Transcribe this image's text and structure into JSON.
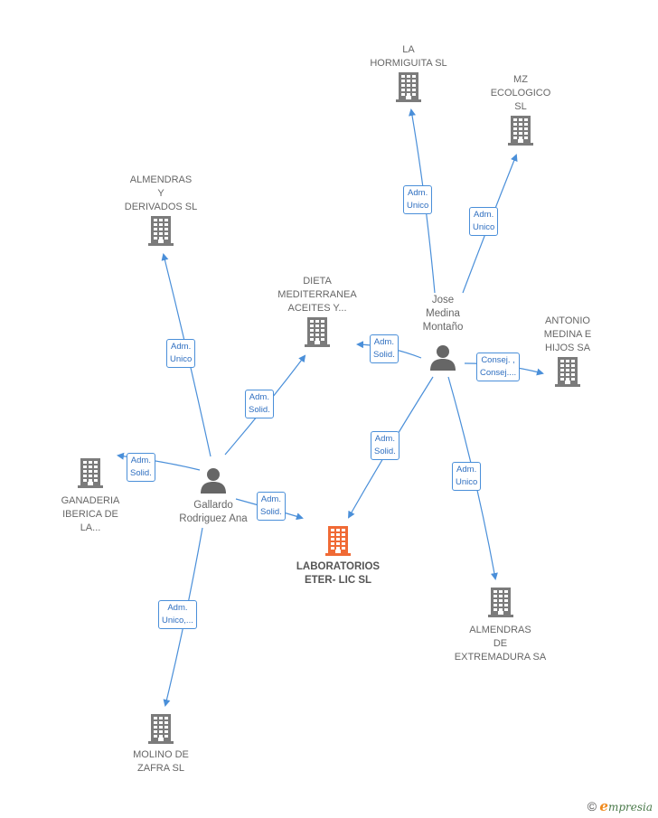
{
  "diagram": {
    "companies": [
      {
        "id": "la-hormiguita",
        "lines": [
          "LA",
          "HORMIGUITA SL"
        ]
      },
      {
        "id": "mz-ecologico",
        "lines": [
          "MZ",
          "ECOLOGICO",
          "SL"
        ]
      },
      {
        "id": "almendras-derivados",
        "lines": [
          "ALMENDRAS",
          "Y",
          "DERIVADOS  SL"
        ]
      },
      {
        "id": "dieta-mediterranea",
        "lines": [
          "DIETA",
          "MEDITERRANEA",
          "ACEITES Y..."
        ]
      },
      {
        "id": "antonio-medina",
        "lines": [
          "ANTONIO",
          "MEDINA E",
          "HIJOS SA"
        ]
      },
      {
        "id": "ganaderia-iberica",
        "lines": [
          "GANADERIA",
          "IBERICA DE",
          "LA..."
        ]
      },
      {
        "id": "laboratorios",
        "lines": [
          "LABORATORIOS",
          "ETER- LIC  SL"
        ],
        "main": true
      },
      {
        "id": "almendras-extremadura",
        "lines": [
          "ALMENDRAS",
          "DE",
          "EXTREMADURA SA"
        ]
      },
      {
        "id": "molino-zafra",
        "lines": [
          "MOLINO DE",
          "ZAFRA  SL"
        ]
      }
    ],
    "people": [
      {
        "id": "jose-medina",
        "lines": [
          "Jose",
          "Medina",
          "Montaño"
        ]
      },
      {
        "id": "gallardo",
        "lines": [
          "Gallardo",
          "Rodriguez Ana"
        ]
      }
    ],
    "relations": [
      {
        "id": "jose-hormiguita",
        "lines": [
          "Adm.",
          "Unico"
        ]
      },
      {
        "id": "jose-mz",
        "lines": [
          "Adm.",
          "Unico"
        ]
      },
      {
        "id": "jose-dieta",
        "lines": [
          "Adm.",
          "Solid."
        ]
      },
      {
        "id": "jose-antonio",
        "lines": [
          "Consej. ,",
          "Consej...."
        ]
      },
      {
        "id": "jose-laboratorios",
        "lines": [
          "Adm.",
          "Solid."
        ]
      },
      {
        "id": "jose-extremadura",
        "lines": [
          "Adm.",
          "Unico"
        ]
      },
      {
        "id": "gallardo-almendras",
        "lines": [
          "Adm.",
          "Unico"
        ]
      },
      {
        "id": "gallardo-dieta",
        "lines": [
          "Adm.",
          "Solid."
        ]
      },
      {
        "id": "gallardo-ganaderia",
        "lines": [
          "Adm.",
          "Solid."
        ]
      },
      {
        "id": "gallardo-laboratorios",
        "lines": [
          "Adm.",
          "Solid."
        ]
      },
      {
        "id": "gallardo-molino",
        "lines": [
          "Adm.",
          "Unico,..."
        ]
      }
    ],
    "colors": {
      "edge": "#4a8fd9",
      "building": "#7b7b7b",
      "building_main": "#f06a35",
      "person": "#666666"
    }
  },
  "footer": {
    "copyright": "©",
    "brand_initial": "e",
    "brand_rest": "mpresia"
  }
}
